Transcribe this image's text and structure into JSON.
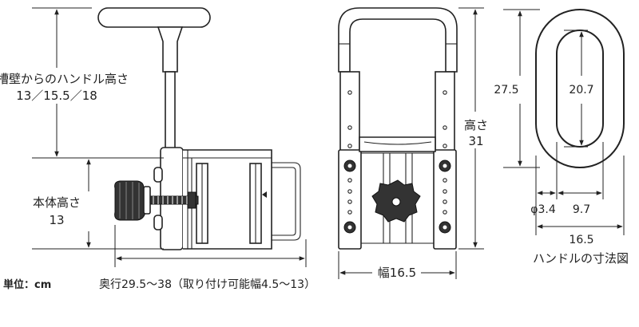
{
  "side_view": {
    "handle_height_label": "浴槽壁からのハンドル高さ",
    "handle_height_values": "13／15.5／18",
    "body_height_label": "本体高さ",
    "body_height_value": "13",
    "depth_label": "奥行29.5～38（取り付け可能幅4.5～13）"
  },
  "front_view": {
    "height_label": "高さ",
    "height_value": "31",
    "width_label": "幅16.5"
  },
  "handle_dimensions": {
    "outer_height": "27.5",
    "inner_height": "20.7",
    "diameter": "φ3.4",
    "inner_width": "9.7",
    "outer_width": "16.5",
    "caption": "ハンドルの寸法図"
  },
  "unit_label": "単位：cm"
}
